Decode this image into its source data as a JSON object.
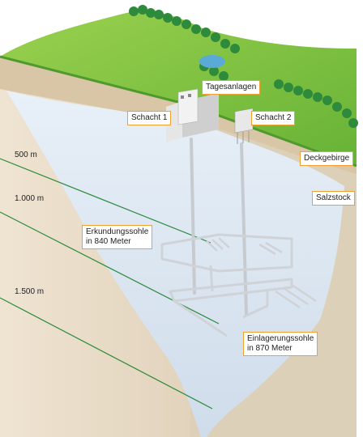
{
  "labels": {
    "tagesanlagen": "Tagesanlagen",
    "schacht1": "Schacht 1",
    "schacht2": "Schacht 2",
    "deckgebirge": "Deckgebirge",
    "salzstock": "Salzstock",
    "erkundung_line1": "Erkundungssohle",
    "erkundung_line2": "in 840 Meter",
    "einlagerung_line1": "Einlagerungssohle",
    "einlagerung_line2": "in 870 Meter"
  },
  "depths": [
    "500 m",
    "1.000 m",
    "1.500 m"
  ],
  "colors": {
    "grass": "#7dc142",
    "soil": "#e9ddc9",
    "salt": "#dfe9f3",
    "depth_line": "#2a8a3a",
    "label_border": "#f0a030",
    "water": "#5aa9d6",
    "tree": "#2e8b3c"
  },
  "icons": [
    "tree-icon",
    "pond-icon",
    "shaft-building-icon",
    "shaft-tower-icon"
  ]
}
